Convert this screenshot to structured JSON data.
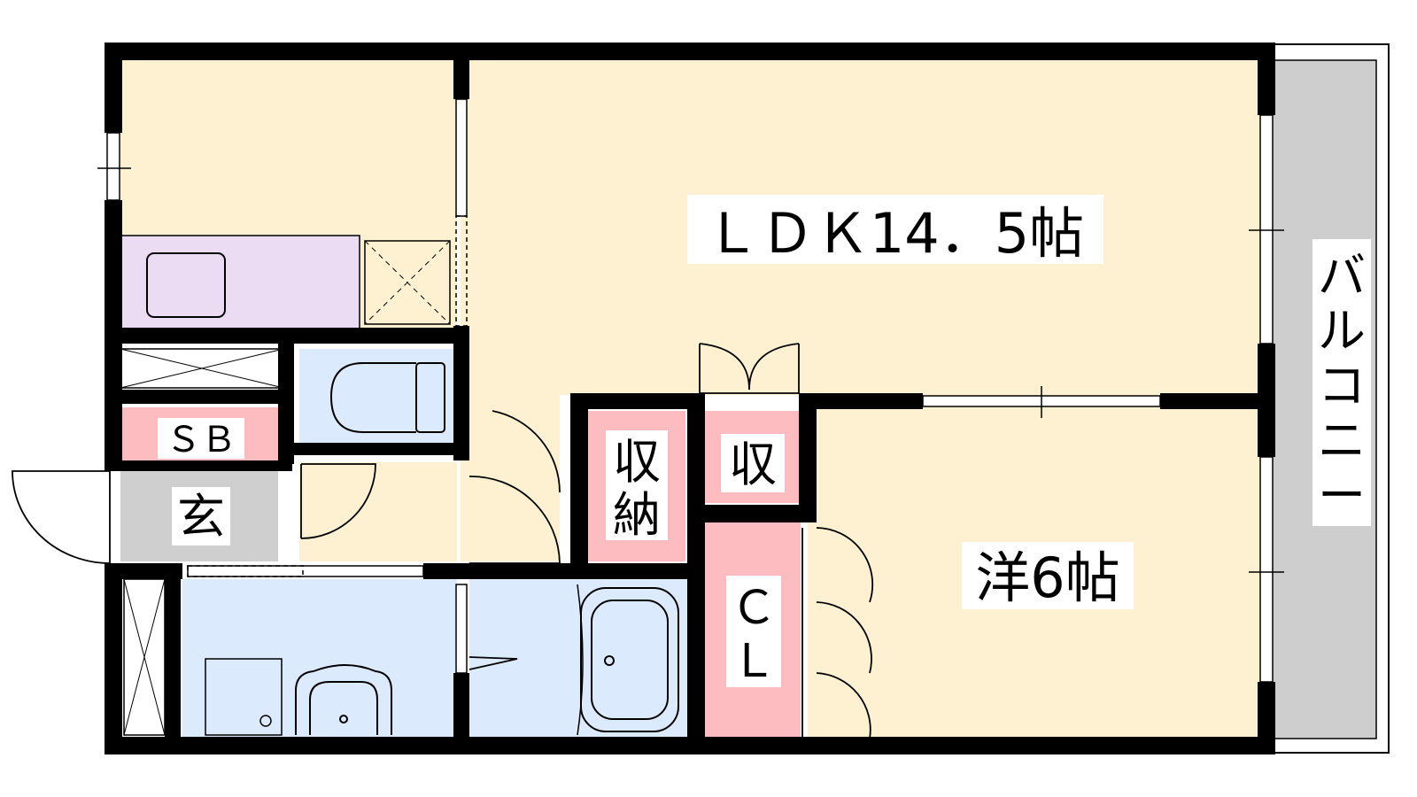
{
  "rooms": {
    "ldk": "ＬＤＫ14．5帖",
    "western": "洋6帖",
    "balcony": [
      "バ",
      "ル",
      "コ",
      "ニ",
      "ー"
    ],
    "sb": "ＳＢ",
    "entrance": "玄",
    "storage_large": [
      "収",
      "納"
    ],
    "storage_small": "収",
    "closet": [
      "Ｃ",
      "Ｌ"
    ]
  },
  "colors": {
    "wall": "#000000",
    "living": "#fdf1d2",
    "kitchen": "#ebdcf3",
    "wet": "#dbebfd",
    "storage": "#fcbcc0",
    "entrance": "#cfcfcf",
    "balcony": "#cecece"
  }
}
